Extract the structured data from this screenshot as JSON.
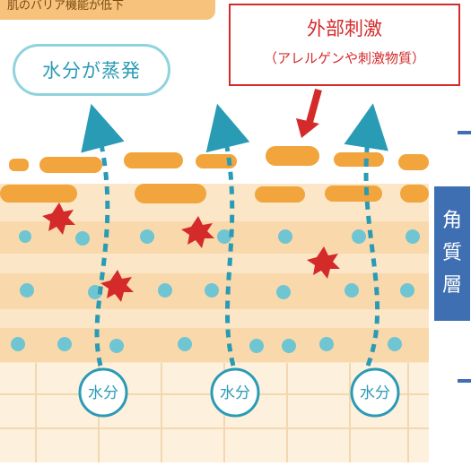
{
  "banner_text": "肌のバリア機能が低下",
  "evaporation_label": "水分が蒸発",
  "stimulus": {
    "title": "外部刺激",
    "subtitle": "（アレルゲンや刺激物質）"
  },
  "layer_label": [
    "角",
    "質",
    "層"
  ],
  "moisture_label": "水分",
  "colors": {
    "stimulus_red": "#d42a2a",
    "water_blue": "#2a9bb5",
    "cell_orange": "#f1a53c",
    "skin_beige": "#fbe6c7",
    "label_blue": "#3e6fb3"
  }
}
